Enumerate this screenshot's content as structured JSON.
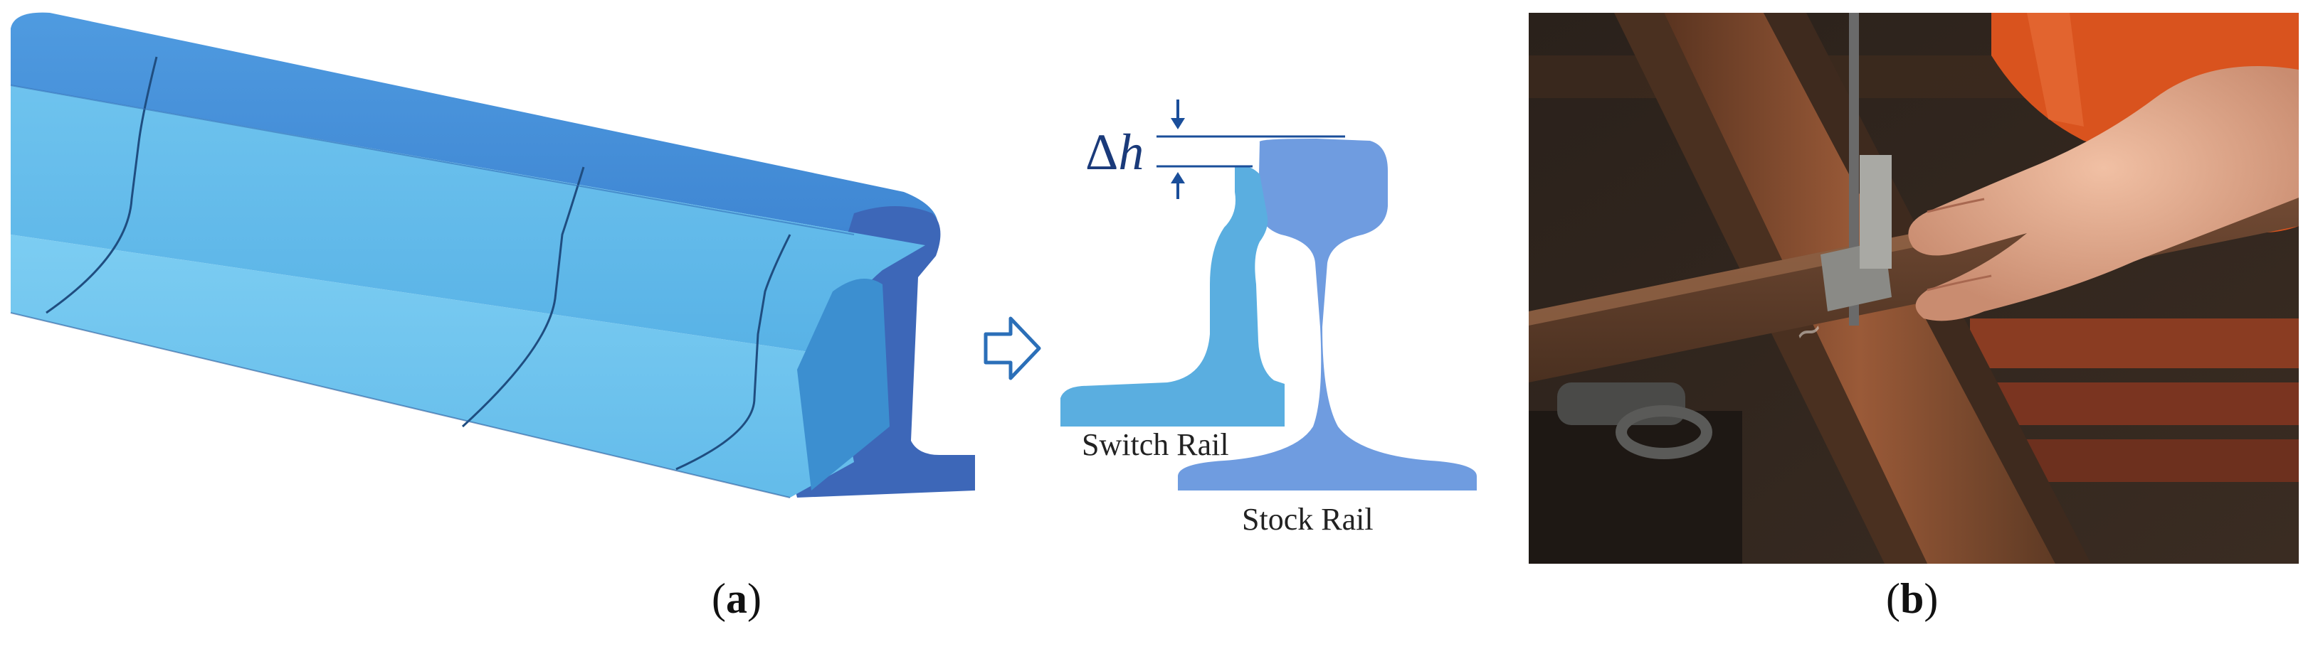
{
  "panel_a": {
    "delta_symbol": "Δ",
    "delta_var": "h",
    "switch_rail_label": "Switch Rail",
    "stock_rail_label": "Stock Rail",
    "caption_letter": "a",
    "colors": {
      "switch_rail": "#5aaee0",
      "stock_rail": "#6f9ce0",
      "arrow": "#2b6fb8",
      "dimension": "#1a4e9a"
    }
  },
  "panel_b": {
    "caption_letter": "b"
  }
}
